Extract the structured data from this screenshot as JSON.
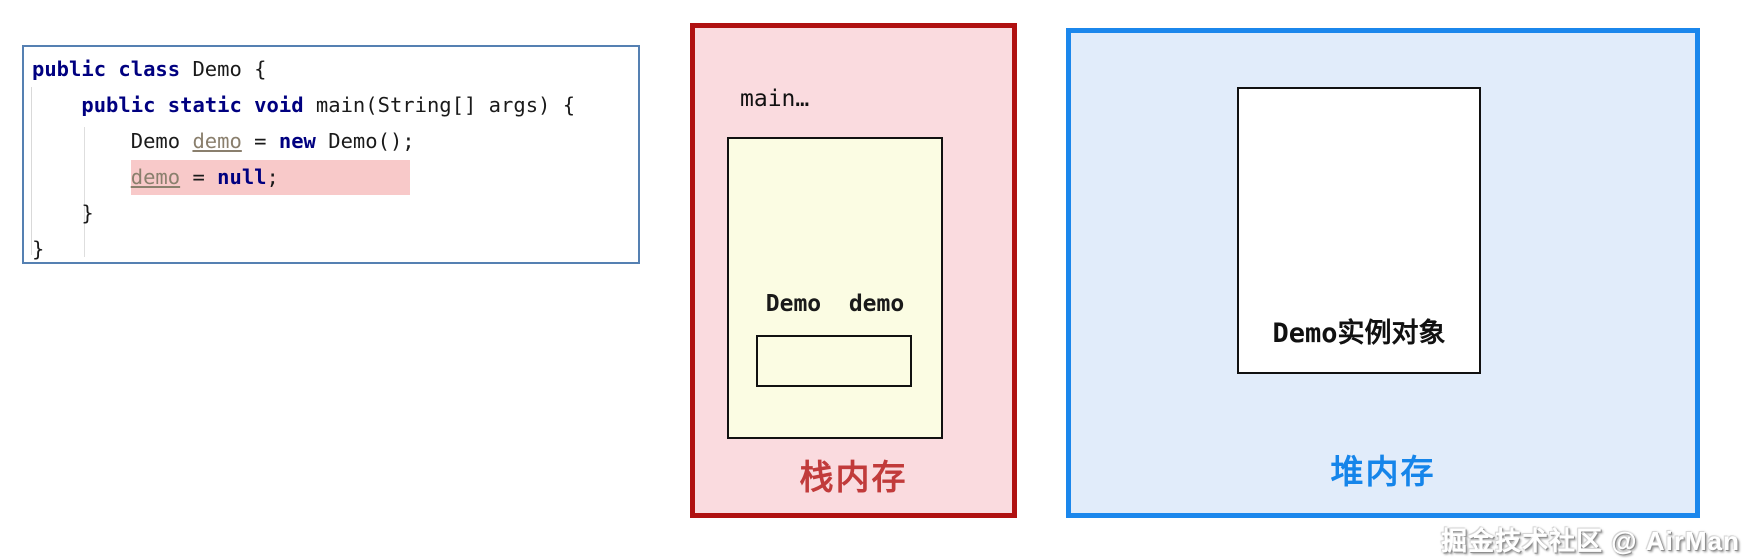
{
  "code": {
    "line1": {
      "kw": "public class",
      "rest": " Demo {"
    },
    "line2": {
      "indent": "    ",
      "kw": "public static void",
      "rest": " main(String[] args) {"
    },
    "line3": {
      "indent": "        Demo ",
      "var": "demo",
      "eq": " = ",
      "kw": "new",
      "rest": " Demo();"
    },
    "line4": {
      "indent": "        ",
      "var": "demo",
      "eq": " = ",
      "kw": "null",
      "rest": ";"
    },
    "line5": "    }",
    "line6": "}"
  },
  "stack": {
    "frame_label": "main…",
    "var_label": "Demo  demo",
    "title": "栈内存"
  },
  "heap": {
    "object_label": "Demo实例对象",
    "title": "堆内存"
  },
  "watermark": "掘金技术社区 @ AirMan",
  "colors": {
    "code_border": "#5580b2",
    "keyword": "#000080",
    "variable": "#8a7f6d",
    "highlight_bg": "#f8c9c9",
    "stack_border": "#b01111",
    "stack_bg": "#fadbdf",
    "stack_title": "#c13b3b",
    "frame_bg": "#fbfce3",
    "heap_border": "#1b87ec",
    "heap_bg": "#e1ecfa",
    "heap_title": "#1585ea"
  }
}
